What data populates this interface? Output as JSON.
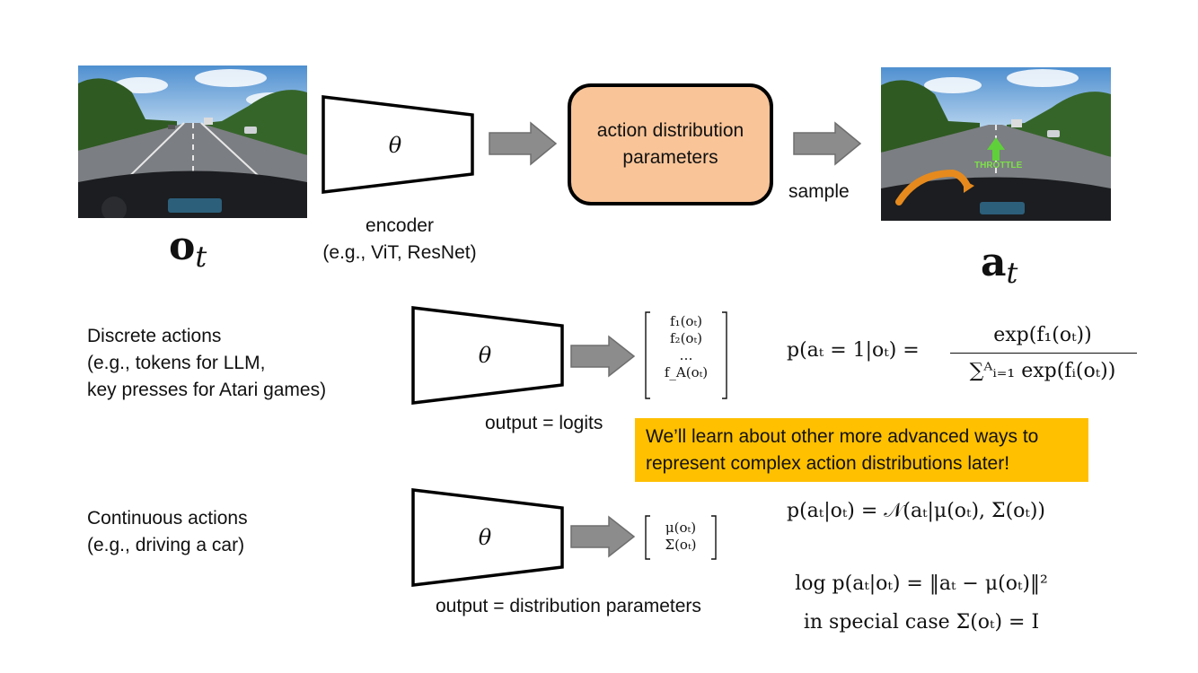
{
  "observation_label": "o",
  "observation_sub": "t",
  "action_label": "a",
  "action_sub": "t",
  "encoder": {
    "theta": "θ",
    "caption_line1": "encoder",
    "caption_line2": "(e.g., ViT, ResNet)"
  },
  "distribution_box": {
    "line1": "action distribution",
    "line2": "parameters"
  },
  "sample_label": "sample",
  "throttle_label": "THROTTLE",
  "discrete": {
    "title_line1": "Discrete actions",
    "title_line2": "(e.g., tokens for LLM,",
    "title_line3": "key presses for Atari games)",
    "theta": "θ",
    "output_caption": "output = logits",
    "vector": [
      "f₁(oₜ)",
      "f₂(oₜ)",
      "…",
      "f_A(oₜ)"
    ],
    "equation_lhs": "p(aₜ = 1|oₜ) =",
    "equation_num": "exp(f₁(oₜ))",
    "equation_den": "∑ᴬᵢ₌₁ exp(fᵢ(oₜ))"
  },
  "callout": {
    "line1": "We’ll learn about other more advanced ways to",
    "line2": "represent complex action distributions later!"
  },
  "continuous": {
    "title_line1": "Continuous actions",
    "title_line2": "(e.g., driving a car)",
    "theta": "θ",
    "output_caption": "output = distribution parameters",
    "vector": [
      "μ(oₜ)",
      "Σ(oₜ)"
    ],
    "equation1": "p(aₜ|oₜ) = 𝒩(aₜ|μ(oₜ), Σ(oₜ))",
    "equation2": "log p(aₜ|oₜ) = ‖aₜ − μ(oₜ)‖²",
    "equation3": "in special case Σ(oₜ) = I"
  },
  "colors": {
    "distribution_fill": "#f8c498",
    "callout_fill": "#ffc000",
    "arrow_fill": "#8c8c8c"
  }
}
